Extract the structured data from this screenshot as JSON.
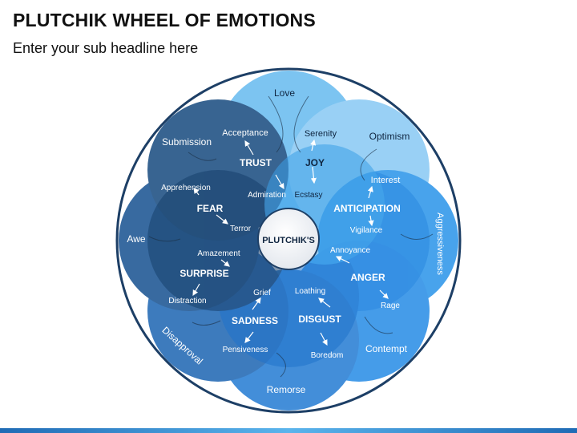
{
  "header": {
    "title": "PLUTCHIK WHEEL OF EMOTIONS",
    "subtitle": "Enter your sub headline here"
  },
  "center": {
    "label": "PLUTCHIK'S"
  },
  "petals": {
    "trust": {
      "label": "TRUST",
      "mild": "Acceptance",
      "intense": "Admiration"
    },
    "joy": {
      "label": "JOY",
      "mild": "Serenity",
      "intense": "Ecstasy"
    },
    "anticip": {
      "label": "ANTICIPATION",
      "mild": "Interest",
      "intense": "Vigilance"
    },
    "anger": {
      "label": "ANGER",
      "mild": "Annoyance",
      "intense": "Rage"
    },
    "disgust": {
      "label": "DISGUST",
      "mild": "Boredom",
      "intense": "Loathing"
    },
    "sadness": {
      "label": "SADNESS",
      "mild": "Pensiveness",
      "intense": "Grief"
    },
    "surprise": {
      "label": "SURPRISE",
      "mild": "Distraction",
      "intense": "Amazement"
    },
    "fear": {
      "label": "FEAR",
      "mild": "Apprehension",
      "intense": "Terror"
    }
  },
  "dyads": {
    "love": "Love",
    "optimism": "Optimism",
    "aggressiveness": "Aggressiveness",
    "contempt": "Contempt",
    "remorse": "Remorse",
    "disapproval": "Disapproval",
    "awe": "Awe",
    "submission": "Submission"
  },
  "colors": {
    "trust": "#1c4f7f",
    "joy": "#5fb6ef",
    "anticipation": "#2f93e3",
    "anger": "#2a88e0",
    "disgust": "#1f73cc",
    "sadness": "#1f68bd",
    "surprise": "#1f5d98",
    "fear": "#153f6e",
    "ring": "#1d3f66"
  }
}
